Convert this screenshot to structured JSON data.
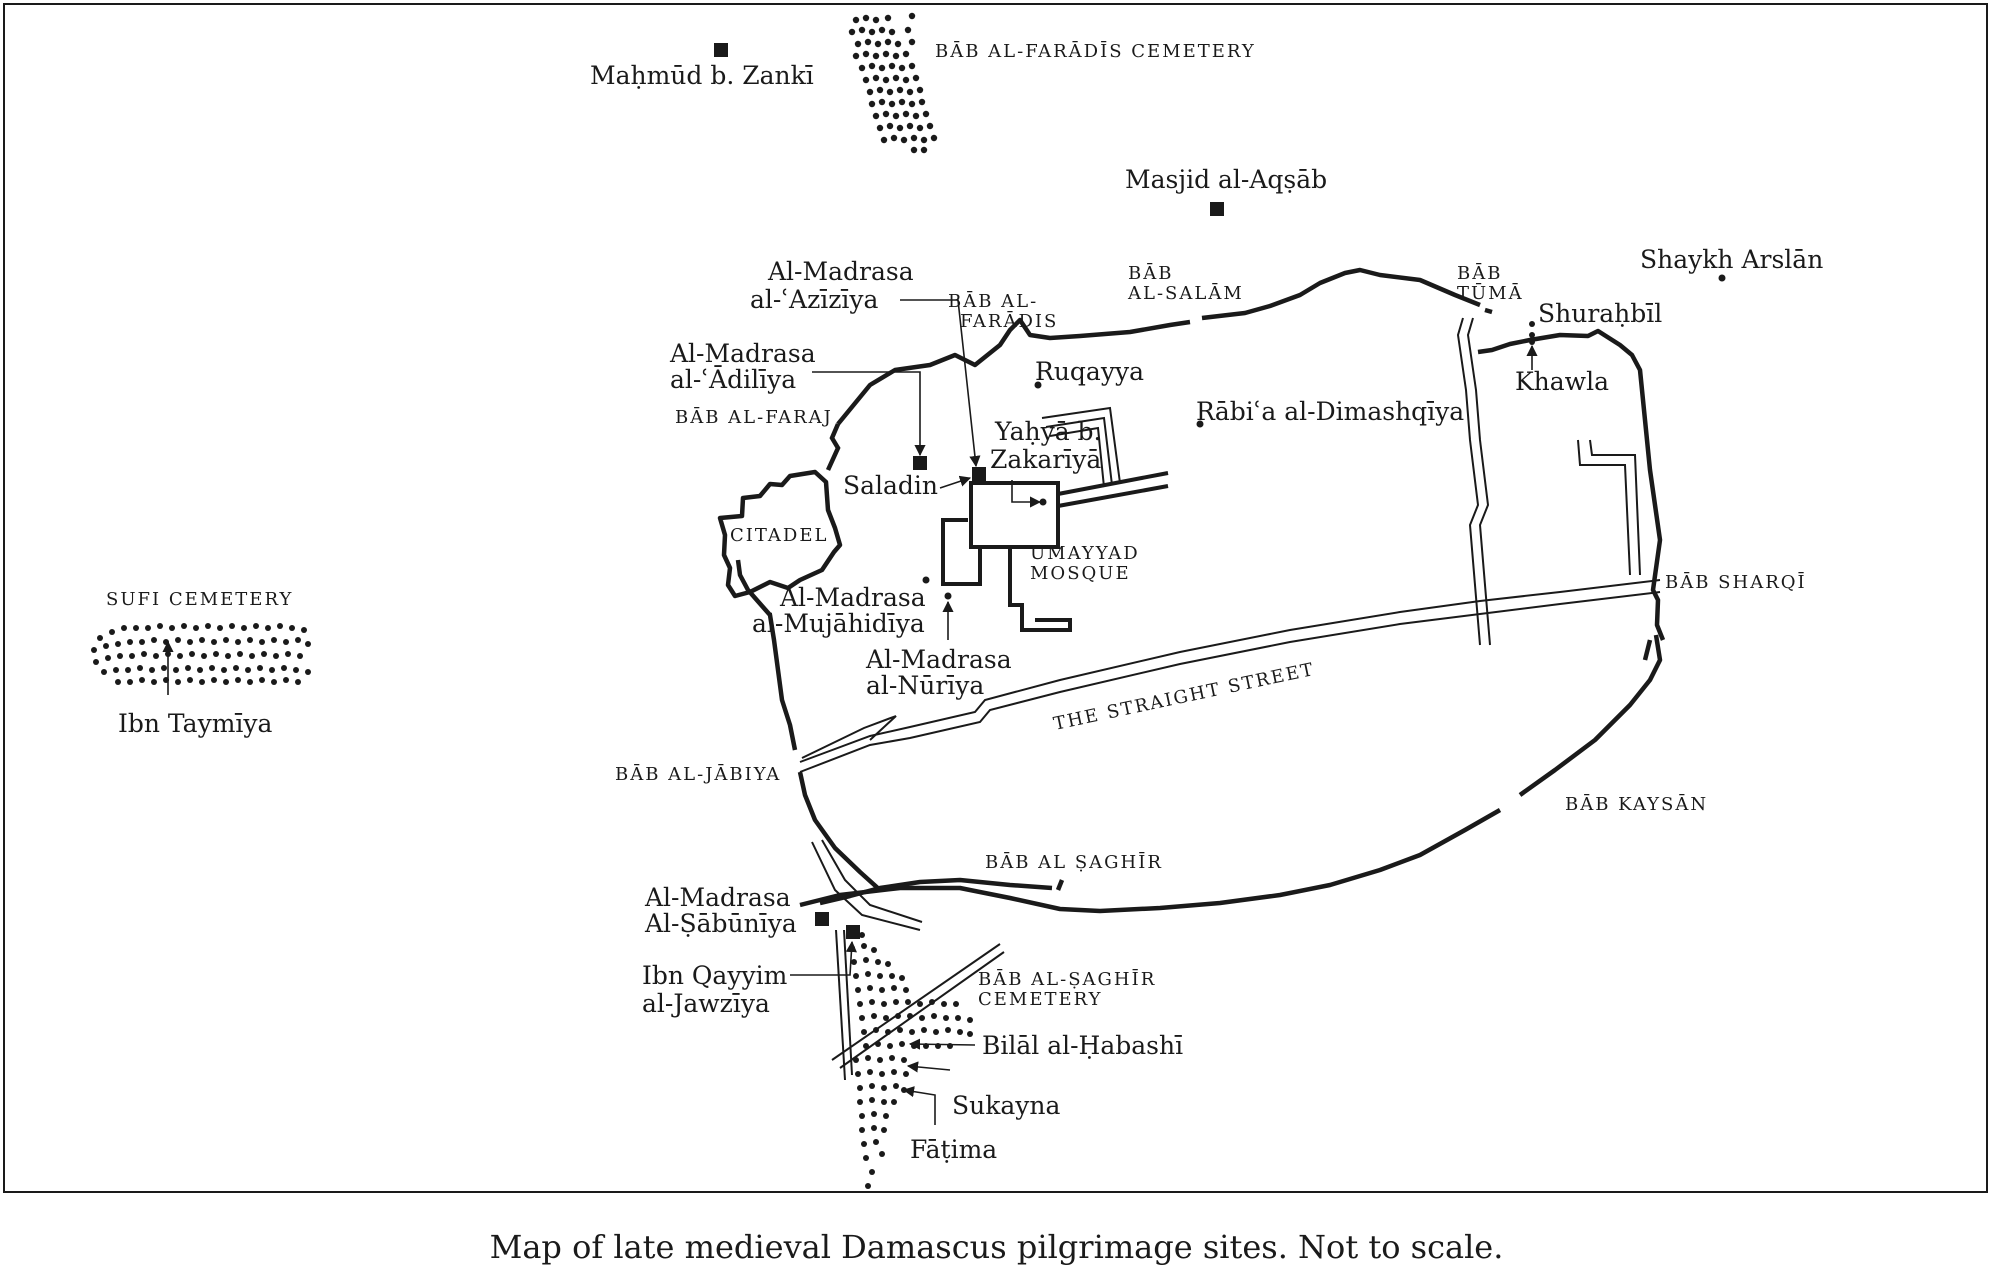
{
  "map": {
    "caption": "Map of late medieval Damascus pilgrimage sites. Not to scale.",
    "gates": {
      "faradis_top": "BĀB AL-FARĀDĪS CEMETERY",
      "salam": [
        "BĀB",
        "AL-SALĀM"
      ],
      "faradis": [
        "BĀB AL-",
        "FARĀDIS"
      ],
      "tuma": [
        "BĀB",
        "TŪMĀ"
      ],
      "faraj": "BĀB AL-FARAJ",
      "citadel": "CITADEL",
      "umayyad": [
        "UMAYYAD",
        "MOSQUE"
      ],
      "sharqi": "BĀB SHARQĪ",
      "jabiya": "BĀB AL-JĀBIYA",
      "kaysan": "BĀB KAYSĀN",
      "saghir": "BĀB AL ṢAGHĪR",
      "saghir_cemetery": [
        "BĀB AL-ṢAGHĪR",
        "CEMETERY"
      ],
      "sufi_cemetery": "SUFI CEMETERY",
      "straight_street": "THE STRAIGHT STREET"
    },
    "places": {
      "mahmud": "Maḥmūd b. Zankī",
      "aqsab": "Masjid al-Aqṣāb",
      "arslan": "Shaykh Arslān",
      "shurahbil": "Shuraḥbīl",
      "khawla": "Khawla",
      "aziziya": [
        "Al-Madrasa",
        "al-ʿAzīzīya"
      ],
      "adiliya": [
        "Al-Madrasa",
        "al-ʿĀdilīya"
      ],
      "ruqayya": "Ruqayya",
      "rabia": "Rābiʿa al-Dimashqīya",
      "yahya": [
        "Yaḥyā b.",
        "Zakarīyā"
      ],
      "saladin": "Saladin",
      "mujahidiya": [
        "Al-Madrasa",
        "al-Mujāhidīya"
      ],
      "nuriya": [
        "Al-Madrasa",
        "al-Nūrīya"
      ],
      "ibn_taymiya": "Ibn Taymīya",
      "sabuniya": [
        "Al-Madrasa",
        "Al-Ṣābūnīya"
      ],
      "ibn_qayyim": [
        "Ibn Qayyim",
        "al-Jawzīya"
      ],
      "bilal": "Bilāl al-Ḥabashī",
      "sukayna": "Sukayna",
      "fatima": "Fāṭima"
    }
  }
}
